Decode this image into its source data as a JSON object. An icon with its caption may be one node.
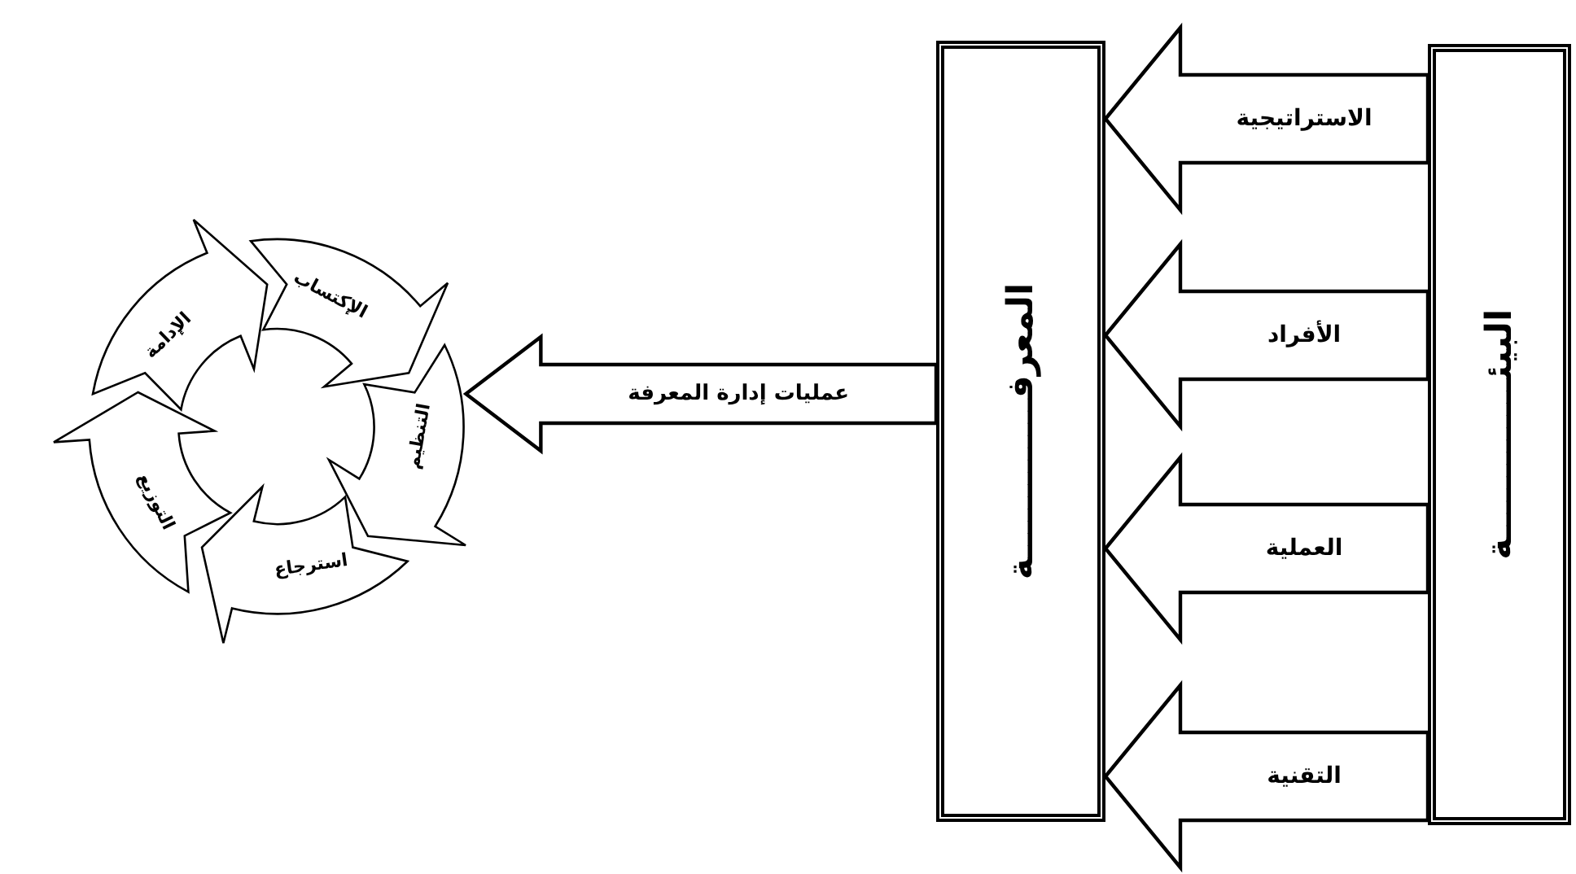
{
  "diagram": {
    "nodes": [
      {
        "text": [
          "البيئـــــــــــــة"
        ]
      },
      {
        "text": [
          "المعرفـــــــــــــة"
        ]
      },
      {
        "text": [
          "الإكتساب"
        ]
      },
      {
        "text": [
          "التنظيم"
        ]
      },
      {
        "text": [
          "استرجاع"
        ]
      },
      {
        "text": [
          "التوزيع"
        ]
      },
      {
        "text": [
          "الإدامة"
        ]
      }
    ],
    "edges": [
      {
        "from": 0,
        "to": 1,
        "arrow": "to",
        "label": "الاستراتيجية"
      },
      {
        "from": 0,
        "to": 1,
        "arrow": "to",
        "label": "الأفراد"
      },
      {
        "from": 0,
        "to": 1,
        "arrow": "to",
        "label": "العملية"
      },
      {
        "from": 0,
        "to": 1,
        "arrow": "to",
        "label": "التقنية"
      },
      {
        "from": 1,
        "to": 3,
        "arrow": "to",
        "label": "عمليات إدارة المعرفة"
      }
    ]
  }
}
